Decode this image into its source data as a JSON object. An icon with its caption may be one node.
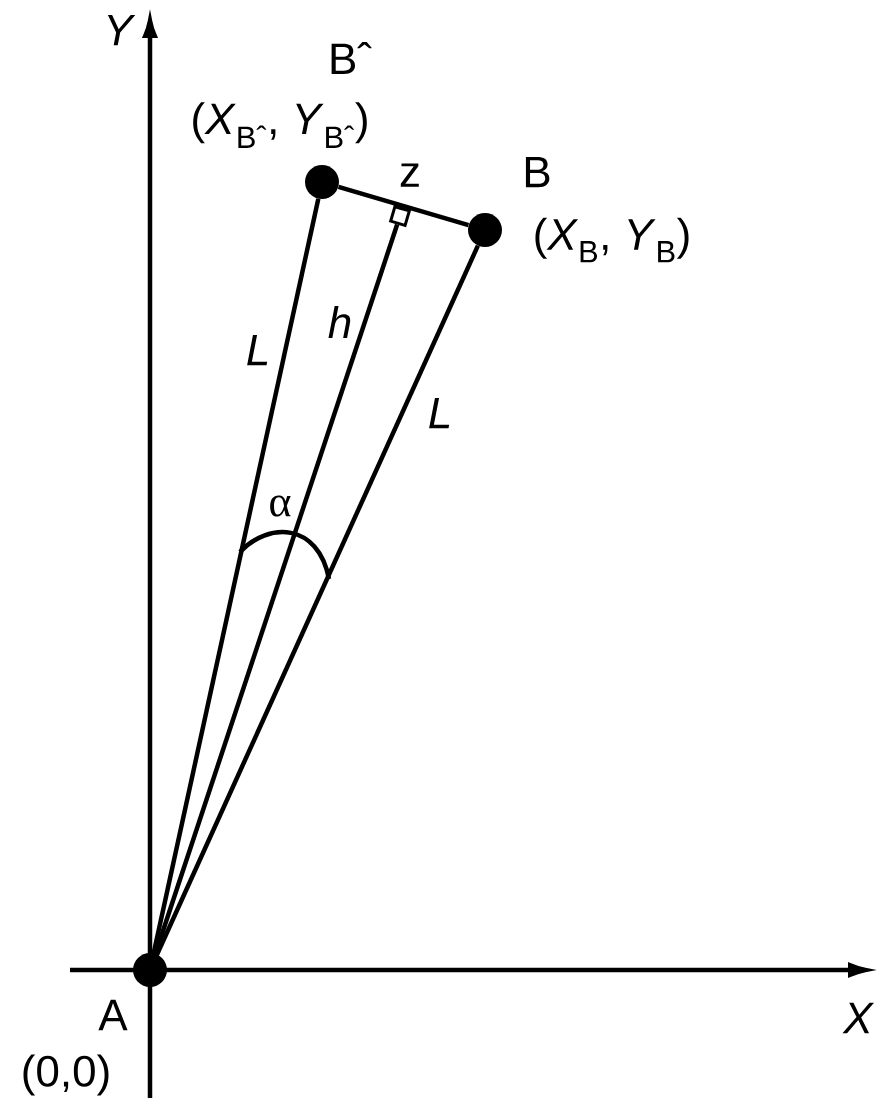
{
  "diagram": {
    "nodes": [
      {
        "text": [
          "Bˆ",
          "(*X*$_{Bˆ}$, *Y*$_{Bˆ}$)"
        ]
      },
      {
        "text": [
          "B",
          "(*X*$_{B}$, *Y*$_{B}$)"
        ]
      },
      {
        "text": [],
        "shape": "box"
      },
      {
        "text": [
          "A",
          "(0,0)"
        ]
      }
    ],
    "edges": [
      {
        "from": 3,
        "to": 0,
        "arrow": "none",
        "label": "L"
      },
      {
        "from": 3,
        "to": 2,
        "arrow": "none",
        "label": "h"
      },
      {
        "from": 3,
        "to": 1,
        "arrow": "none",
        "label": "L"
      },
      {
        "from": 0,
        "to": 1,
        "arrow": "none",
        "label": "z"
      }
    ],
    "labels": [
      "Y",
      "X",
      "α"
    ]
  }
}
